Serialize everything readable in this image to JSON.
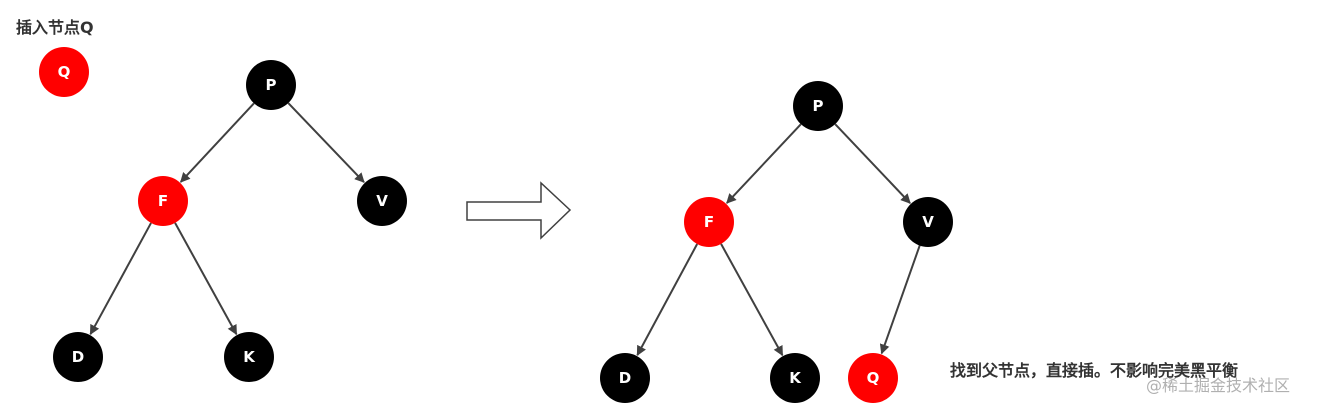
{
  "title": "插入节点Q",
  "caption": "找到父节点，直接插。不影响完美黑平衡",
  "watermark": "@稀土掘金技术社区",
  "colors": {
    "red": "#ff0000",
    "black": "#000000",
    "node_text": "#ffffff",
    "edge": "#404040",
    "text": "#333333"
  },
  "before": {
    "new_node": {
      "label": "Q",
      "color": "red"
    },
    "tree": {
      "nodes": [
        {
          "id": "b-P",
          "label": "P",
          "color": "black"
        },
        {
          "id": "b-F",
          "label": "F",
          "color": "red"
        },
        {
          "id": "b-V",
          "label": "V",
          "color": "black"
        },
        {
          "id": "b-D",
          "label": "D",
          "color": "black"
        },
        {
          "id": "b-K",
          "label": "K",
          "color": "black"
        }
      ],
      "edges": [
        {
          "from": "b-P",
          "to": "b-F"
        },
        {
          "from": "b-P",
          "to": "b-V"
        },
        {
          "from": "b-F",
          "to": "b-D"
        },
        {
          "from": "b-F",
          "to": "b-K"
        }
      ]
    }
  },
  "after": {
    "tree": {
      "nodes": [
        {
          "id": "a-P",
          "label": "P",
          "color": "black"
        },
        {
          "id": "a-F",
          "label": "F",
          "color": "red"
        },
        {
          "id": "a-V",
          "label": "V",
          "color": "black"
        },
        {
          "id": "a-D",
          "label": "D",
          "color": "black"
        },
        {
          "id": "a-K",
          "label": "K",
          "color": "black"
        },
        {
          "id": "a-Q",
          "label": "Q",
          "color": "red"
        }
      ],
      "edges": [
        {
          "from": "a-P",
          "to": "a-F"
        },
        {
          "from": "a-P",
          "to": "a-V"
        },
        {
          "from": "a-F",
          "to": "a-D"
        },
        {
          "from": "a-F",
          "to": "a-K"
        },
        {
          "from": "a-V",
          "to": "a-Q"
        }
      ]
    }
  }
}
